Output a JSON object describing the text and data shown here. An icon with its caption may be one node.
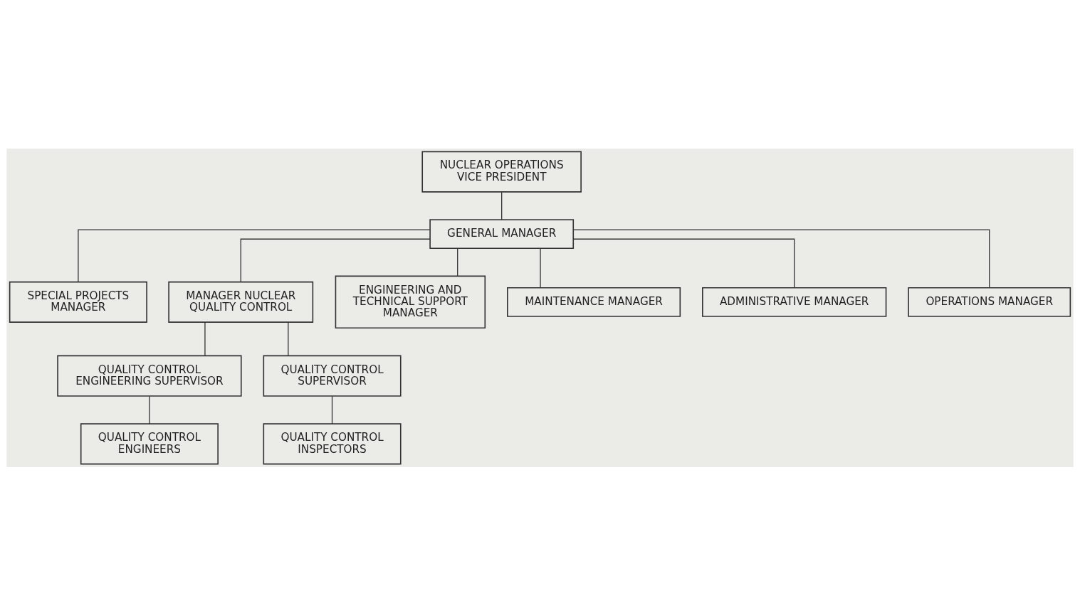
{
  "diagram": {
    "nodes": [
      {
        "text": [
          "NUCLEAR OPERATIONS VICE PRESIDENT"
        ]
      },
      {
        "text": [
          "GENERAL MANAGER"
        ]
      },
      {
        "text": [
          "SPECIAL PROJECTS MANAGER"
        ]
      },
      {
        "text": [
          "MANAGER NUCLEAR QUALITY CONTROL"
        ]
      },
      {
        "text": [
          "QUALITY CONTROL ENGINEERING SUPERVISOR"
        ]
      },
      {
        "text": [
          "QUALITY CONTROL SUPERVISOR"
        ]
      },
      {
        "text": [
          "QUALITY CONTROL ENGINEERS"
        ]
      },
      {
        "text": [
          "QUALITY CONTROL INSPECTORS"
        ]
      },
      {
        "text": [
          "ENGINEERING AND TECHNICAL SUPPORT MANAGER"
        ]
      },
      {
        "text": [
          "MAINTENANCE MANAGER"
        ]
      },
      {
        "text": [
          "ADMINISTRATIVE MANAGER"
        ]
      },
      {
        "text": [
          "OPERATIONS MANAGER"
        ]
      }
    ],
    "edges": [
      {
        "from": 0,
        "to": 1,
        "arrow": "none"
      },
      {
        "from": 1,
        "to": 2,
        "arrow": "none"
      },
      {
        "from": 1,
        "to": 3,
        "arrow": "none"
      },
      {
        "from": 3,
        "to": 4,
        "arrow": "none"
      },
      {
        "from": 3,
        "to": 5,
        "arrow": "none"
      },
      {
        "from": 4,
        "to": 6,
        "arrow": "none"
      },
      {
        "from": 5,
        "to": 7,
        "arrow": "none"
      },
      {
        "from": 1,
        "to": 8,
        "arrow": "none"
      },
      {
        "from": 1,
        "to": 9,
        "arrow": "none"
      },
      {
        "from": 1,
        "to": 10,
        "arrow": "none"
      },
      {
        "from": 1,
        "to": 11,
        "arrow": "none"
      }
    ]
  }
}
